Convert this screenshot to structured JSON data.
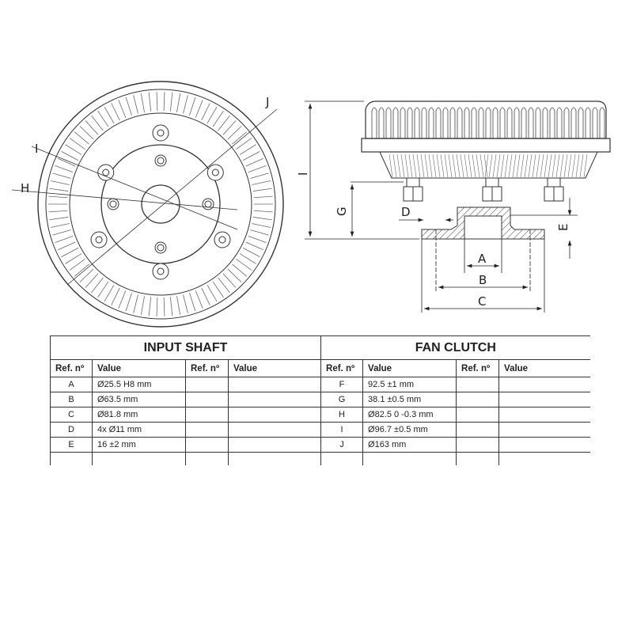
{
  "drawing": {
    "labels": {
      "A": "A",
      "B": "B",
      "C": "C",
      "D": "D",
      "E": "E",
      "G": "G",
      "H": "H",
      "I": "I",
      "J": "J"
    }
  },
  "table": {
    "sections": [
      "INPUT SHAFT",
      "FAN CLUTCH"
    ],
    "col_headers": {
      "ref": "Ref. nº",
      "value": "Value"
    },
    "input_shaft": [
      {
        "ref": "A",
        "value": "Ø25.5 H8 mm"
      },
      {
        "ref": "B",
        "value": "Ø63.5 mm"
      },
      {
        "ref": "C",
        "value": "Ø81.8 mm"
      },
      {
        "ref": "D",
        "value": "4x Ø11 mm"
      },
      {
        "ref": "E",
        "value": "16 ±2 mm"
      }
    ],
    "fan_clutch": [
      {
        "ref": "F",
        "value": "92.5 ±1 mm"
      },
      {
        "ref": "G",
        "value": "38.1 ±0.5 mm"
      },
      {
        "ref": "H",
        "value": "Ø82.5 0 -0.3 mm"
      },
      {
        "ref": "I",
        "value": "Ø96.7 ±0.5 mm"
      },
      {
        "ref": "J",
        "value": "Ø163 mm"
      }
    ]
  }
}
